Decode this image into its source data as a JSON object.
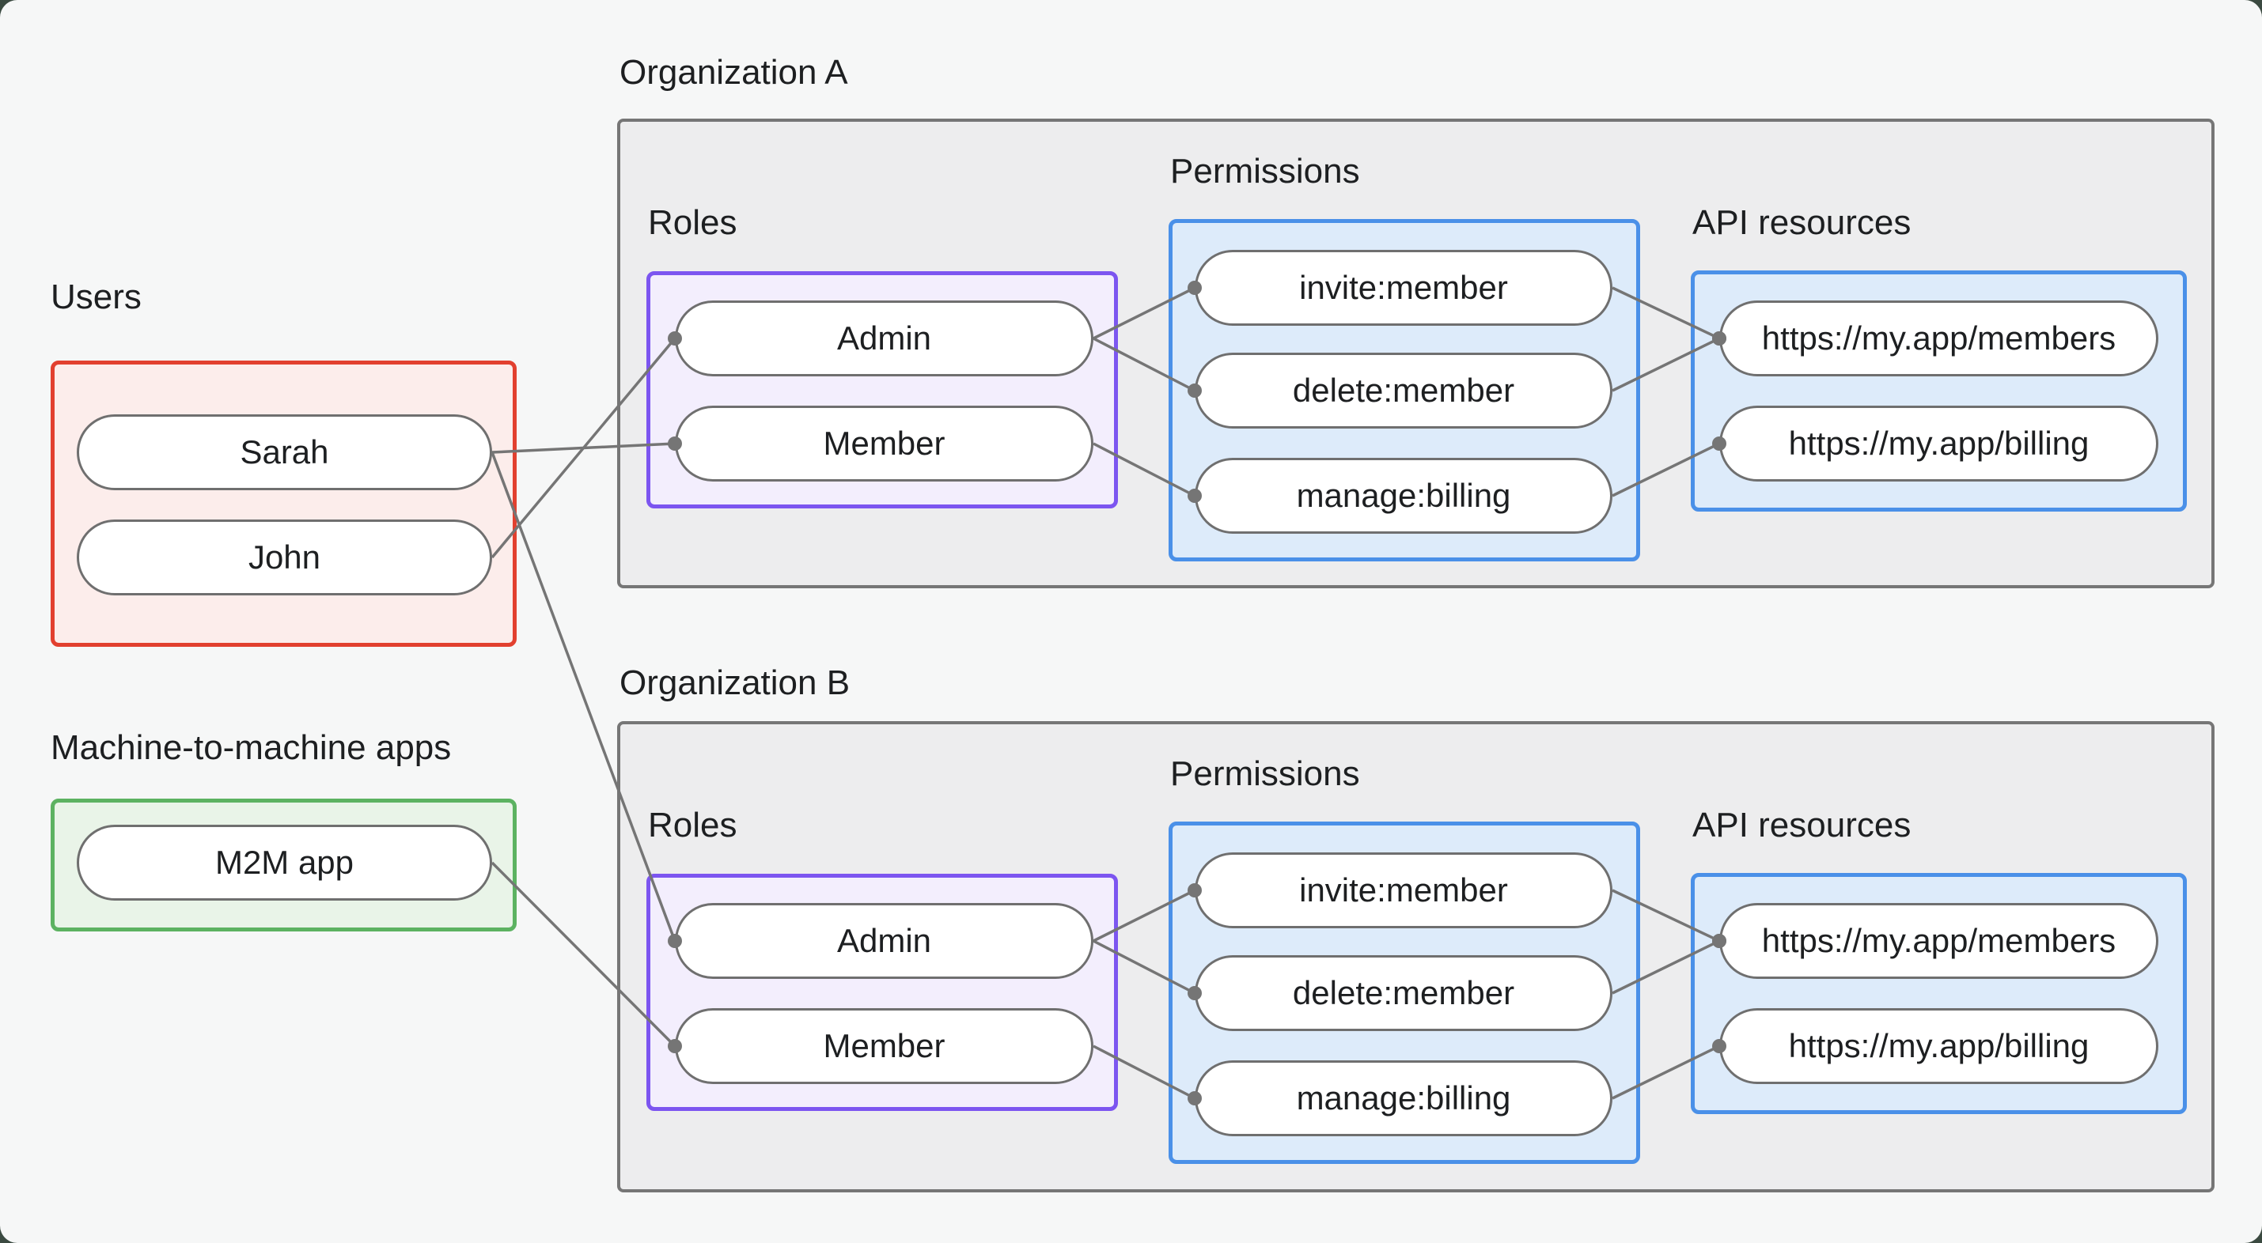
{
  "colors": {
    "backdrop": "#3b4a41",
    "canvas_bg": "#f6f7f7",
    "org_fill": "#ededee",
    "org_border": "#767676",
    "users_fill": "#fcedeb",
    "users_border": "#e2402f",
    "m2m_fill": "#e9f4e8",
    "m2m_border": "#5cb261",
    "roles_fill": "#f3eefd",
    "roles_border": "#7c55f0",
    "blue_fill": "#ddebfa",
    "blue_border": "#4a90e8",
    "pill_border": "#6f6f6f",
    "connector": "#757575",
    "text": "#1d1f21"
  },
  "users_group": {
    "label": "Users",
    "items": [
      {
        "label": "Sarah"
      },
      {
        "label": "John"
      }
    ]
  },
  "m2m_group": {
    "label": "Machine-to-machine apps",
    "items": [
      {
        "label": "M2M app"
      }
    ]
  },
  "org_a": {
    "label": "Organization A",
    "roles": {
      "label": "Roles",
      "items": [
        "Admin",
        "Member"
      ]
    },
    "permissions": {
      "label": "Permissions",
      "items": [
        "invite:member",
        "delete:member",
        "manage:billing"
      ]
    },
    "api": {
      "label": "API resources",
      "items": [
        "https://my.app/members",
        "https://my.app/billing"
      ]
    }
  },
  "org_b": {
    "label": "Organization B",
    "roles": {
      "label": "Roles",
      "items": [
        "Admin",
        "Member"
      ]
    },
    "permissions": {
      "label": "Permissions",
      "items": [
        "invite:member",
        "delete:member",
        "manage:billing"
      ]
    },
    "api": {
      "label": "API resources",
      "items": [
        "https://my.app/members",
        "https://my.app/billing"
      ]
    }
  },
  "edges": [
    {
      "from": "sarah",
      "to": "org_a_member",
      "line": [
        622,
        572,
        853,
        561
      ]
    },
    {
      "from": "sarah",
      "to": "org_b_admin",
      "line": [
        622,
        572,
        853,
        1190
      ]
    },
    {
      "from": "john",
      "to": "org_a_admin",
      "line": [
        622,
        705,
        853,
        428
      ]
    },
    {
      "from": "m2m_app",
      "to": "org_b_member",
      "line": [
        622,
        1091,
        853,
        1323
      ]
    },
    {
      "from": "org_a_admin",
      "to": "org_a_invite",
      "line": [
        1382,
        428,
        1510,
        364
      ]
    },
    {
      "from": "org_a_admin",
      "to": "org_a_delete",
      "line": [
        1382,
        428,
        1510,
        494
      ]
    },
    {
      "from": "org_a_member",
      "to": "org_a_manage",
      "line": [
        1382,
        561,
        1510,
        627
      ]
    },
    {
      "from": "org_a_invite",
      "to": "org_a_members_api",
      "line": [
        2038,
        364,
        2173,
        428
      ]
    },
    {
      "from": "org_a_delete",
      "to": "org_a_members_api",
      "line": [
        2038,
        494,
        2173,
        428
      ]
    },
    {
      "from": "org_a_manage",
      "to": "org_a_billing_api",
      "line": [
        2038,
        627,
        2173,
        561
      ]
    },
    {
      "from": "org_b_admin",
      "to": "org_b_invite",
      "line": [
        1382,
        1190,
        1510,
        1126
      ]
    },
    {
      "from": "org_b_admin",
      "to": "org_b_delete",
      "line": [
        1382,
        1190,
        1510,
        1256
      ]
    },
    {
      "from": "org_b_member",
      "to": "org_b_manage",
      "line": [
        1382,
        1323,
        1510,
        1389
      ]
    },
    {
      "from": "org_b_invite",
      "to": "org_b_members_api",
      "line": [
        2038,
        1126,
        2173,
        1190
      ]
    },
    {
      "from": "org_b_delete",
      "to": "org_b_members_api",
      "line": [
        2038,
        1256,
        2173,
        1190
      ]
    },
    {
      "from": "org_b_manage",
      "to": "org_b_billing_api",
      "line": [
        2038,
        1389,
        2173,
        1323
      ]
    }
  ]
}
